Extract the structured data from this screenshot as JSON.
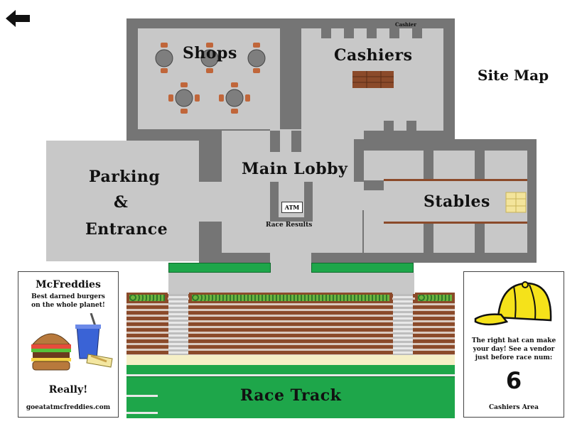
{
  "nav": {
    "back_icon": "left-arrow-icon"
  },
  "map": {
    "title": "Site Map",
    "rooms": {
      "shops": "Shops",
      "cashiers": "Cashiers",
      "cashier_sign": "Cashier",
      "main_lobby": "Main Lobby",
      "atm": "ATM",
      "race_results": "Race Results",
      "parking_line1": "Parking",
      "parking_line2": "&",
      "parking_line3": "Entrance",
      "stables": "Stables",
      "race_track": "Race Track"
    }
  },
  "ad_left": {
    "brand": "McFreddies",
    "tagline_line1": "Best darned burgers",
    "tagline_line2": "on the whole planet!",
    "slogan": "Really!",
    "url": "goeatatmcfreddies.com"
  },
  "ad_right": {
    "line1": "The right hat can make",
    "line2": "your day!  See a vendor",
    "line3": "just before race num:",
    "race_number": "6",
    "location": "Cashiers Area"
  },
  "colors": {
    "wall": "#757575",
    "floor": "#c8c8c8",
    "grass": "#1ea64a",
    "wood": "#8b4a2a",
    "hat": "#f5e21a",
    "sand": "#f5efc6"
  }
}
